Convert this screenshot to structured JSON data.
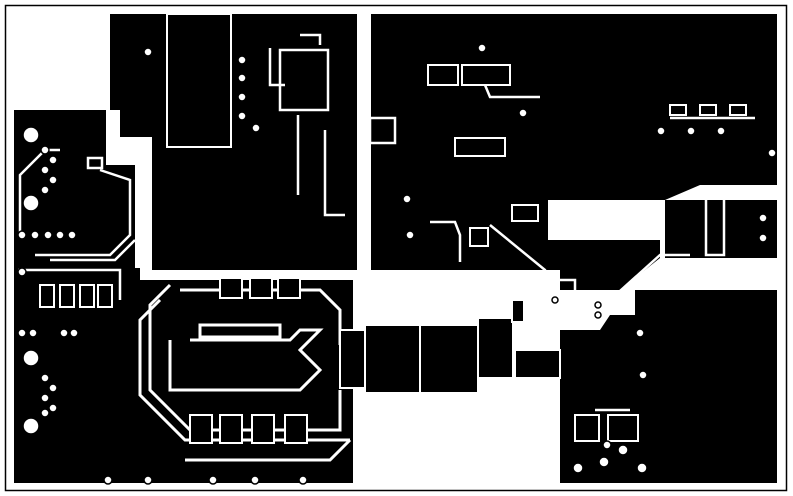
{
  "view": "pcb-copper-layer",
  "colors": {
    "copper": "#000000",
    "substrate": "#ffffff",
    "clearance": "#ffffff"
  },
  "layers": [
    "copper-pour",
    "traces",
    "pads",
    "vias",
    "board-outline"
  ]
}
